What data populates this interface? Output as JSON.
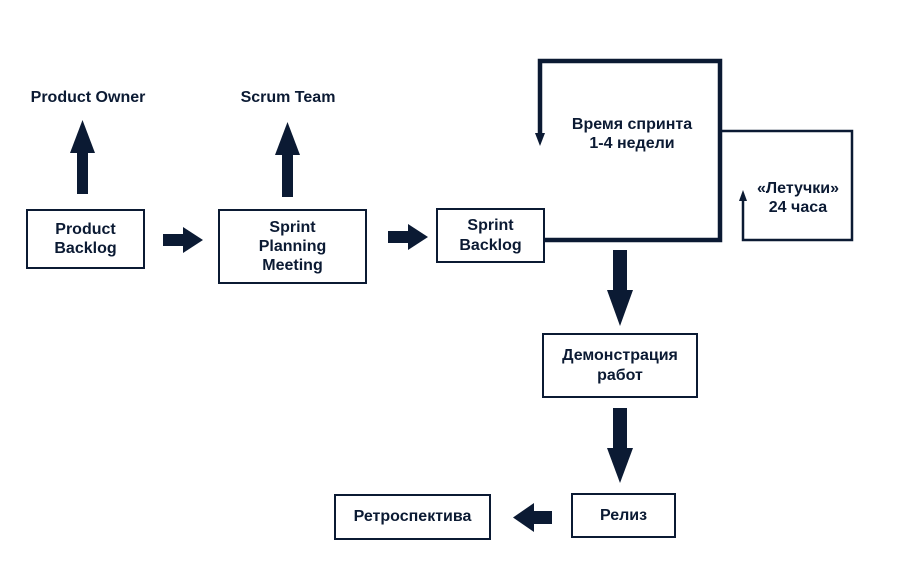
{
  "colors": {
    "ink": "#0b1a33",
    "background": "#ffffff"
  },
  "roles": {
    "product_owner": "Product Owner",
    "scrum_team": "Scrum Team"
  },
  "nodes": {
    "product_backlog": "Product\nBacklog",
    "sprint_planning_meeting": "Sprint\nPlanning\nMeeting",
    "sprint_backlog": "Sprint\nBacklog",
    "sprint_duration": "Время спринта\n1-4 недели",
    "daily_standups": "«Летучки»\n24 часа",
    "demonstration": "Демонстрация\nработ",
    "release": "Релиз",
    "retrospective": "Ретроспектива"
  }
}
